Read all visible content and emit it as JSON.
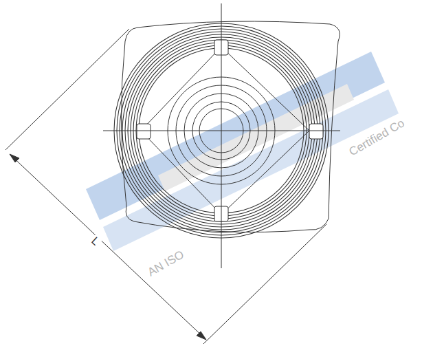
{
  "diagram": {
    "labels": [
      "L",
      "AN ISO",
      "Certified Co"
    ]
  }
}
